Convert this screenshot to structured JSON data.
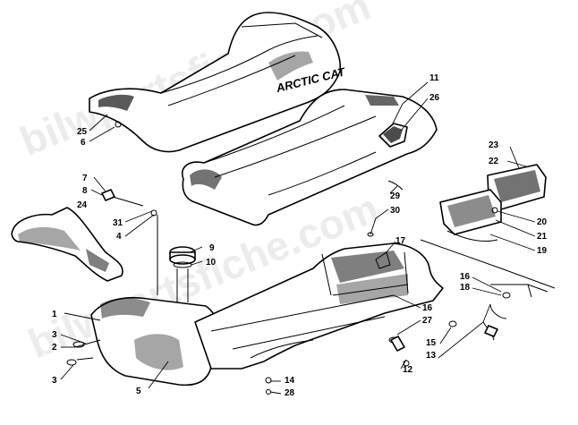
{
  "watermark": "bilwpartsfiche.com",
  "brand_text": "ARCTIC CAT",
  "callouts": {
    "c1": "1",
    "c2": "2",
    "c3a": "3",
    "c3b": "3",
    "c4": "4",
    "c5": "5",
    "c6": "6",
    "c7": "7",
    "c8": "8",
    "c9": "9",
    "c10": "10",
    "c11": "11",
    "c12": "12",
    "c13": "13",
    "c14": "14",
    "c15": "15",
    "c16a": "16",
    "c16b": "16",
    "c17": "17",
    "c18": "18",
    "c19": "19",
    "c20": "20",
    "c21": "21",
    "c22": "22",
    "c23": "23",
    "c24": "24",
    "c25": "25",
    "c26": "26",
    "c27": "27",
    "c28": "28",
    "c29": "29",
    "c30": "30",
    "c31": "31"
  }
}
